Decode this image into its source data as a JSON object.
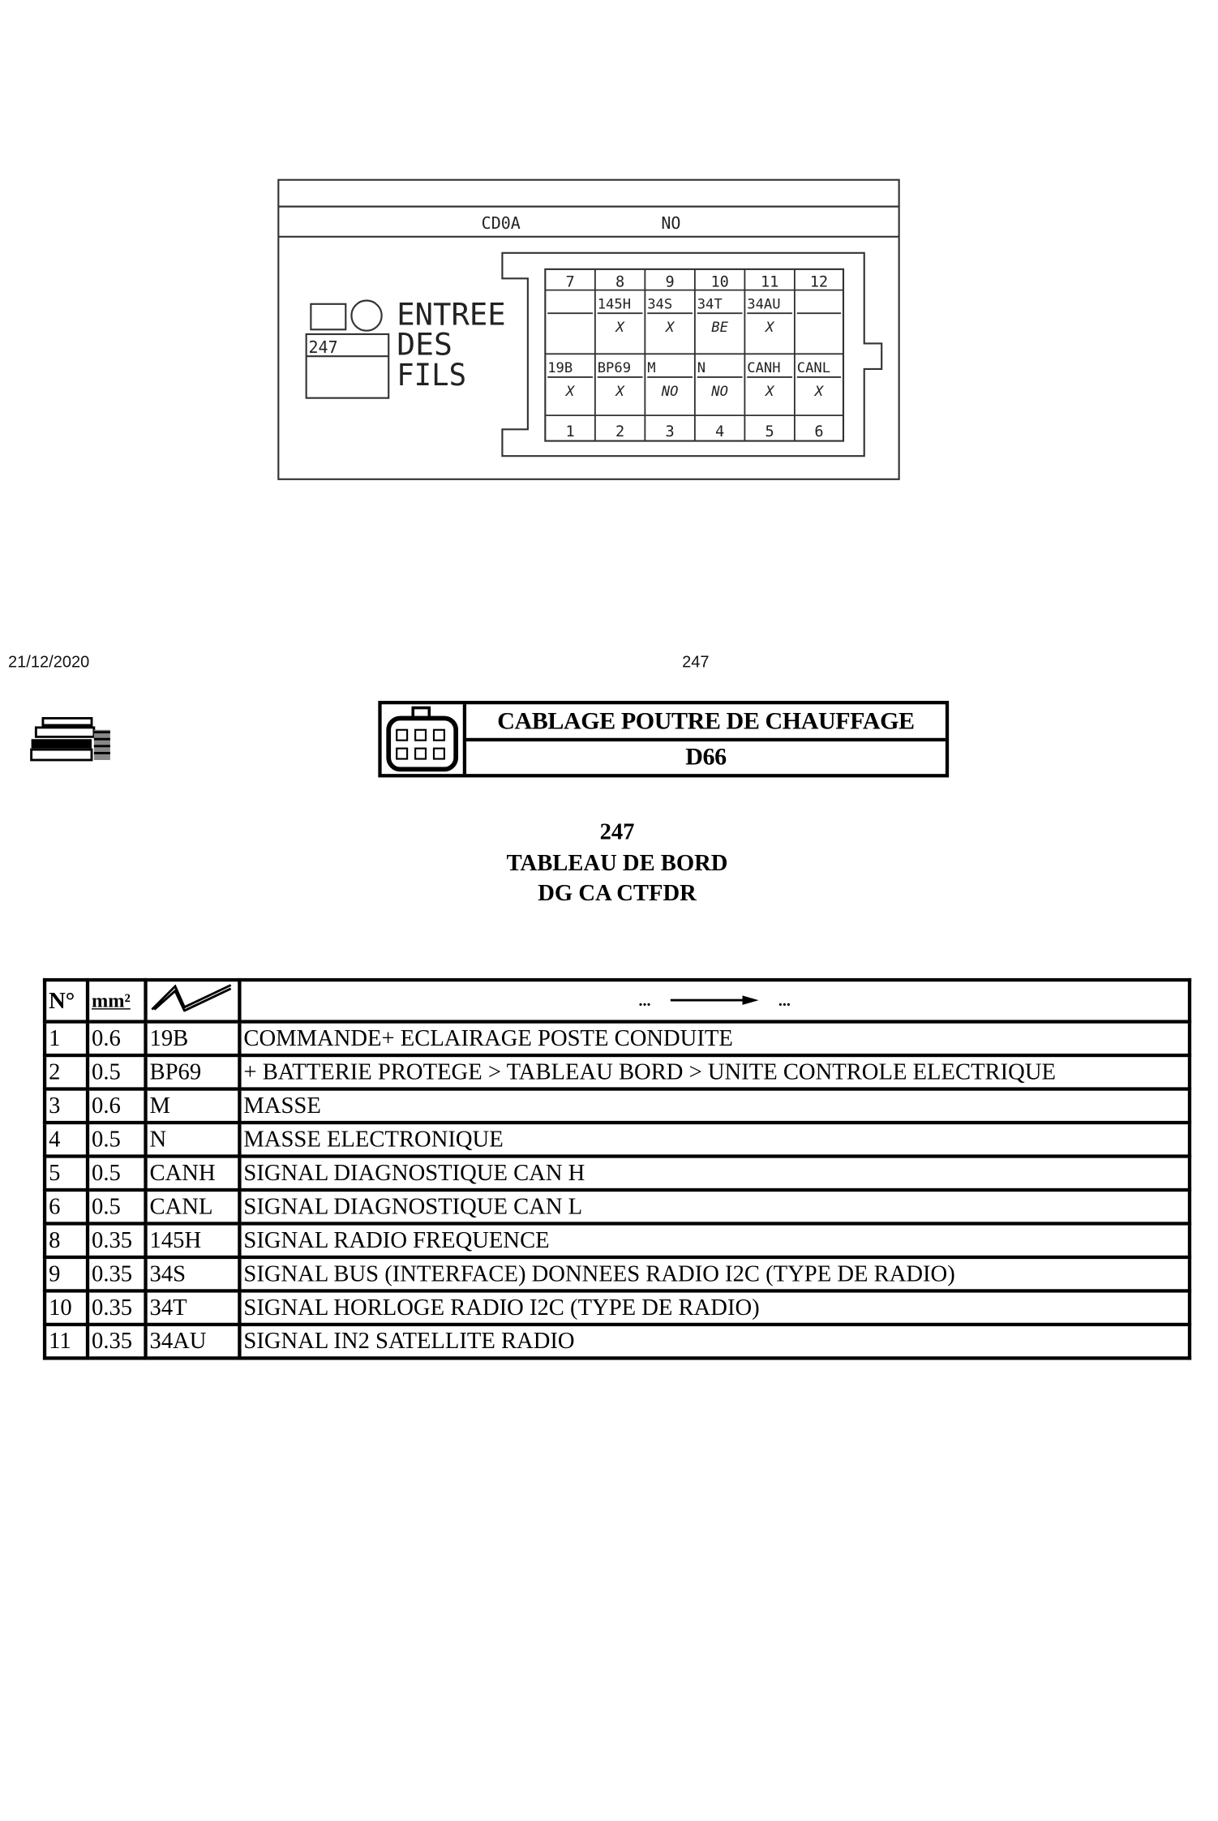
{
  "diagram": {
    "code": "CD0A",
    "status": "NO",
    "entry_label": [
      "ENTREE",
      "DES",
      "FILS"
    ],
    "component_ref": "247",
    "top_pin_numbers": [
      "7",
      "8",
      "9",
      "10",
      "11",
      "12"
    ],
    "top_wires": [
      "",
      "145H",
      "34S",
      "34T",
      "34AU",
      ""
    ],
    "top_marks": [
      "",
      "X",
      "X",
      "BE",
      "X",
      ""
    ],
    "bottom_wires": [
      "19B",
      "BP69",
      "M",
      "N",
      "CANH",
      "CANL"
    ],
    "bottom_marks": [
      "X",
      "X",
      "NO",
      "NO",
      "X",
      "X"
    ],
    "bottom_pin_numbers": [
      "1",
      "2",
      "3",
      "4",
      "5",
      "6"
    ]
  },
  "page": {
    "date": "21/12/2020",
    "number": "247"
  },
  "header": {
    "title": "CABLAGE POUTRE DE CHAUFFAGE",
    "connector": "D66"
  },
  "component": {
    "number": "247",
    "name": "TABLEAU DE BORD",
    "subtitle": "DG CA CTFDR"
  },
  "table": {
    "headers": {
      "no": "N°",
      "section": "mm²",
      "destination_left": "...",
      "destination_right": "..."
    },
    "rows": [
      {
        "no": "1",
        "mm2": "0.6",
        "wire": "19B",
        "desc": "COMMANDE+ ECLAIRAGE POSTE CONDUITE"
      },
      {
        "no": "2",
        "mm2": "0.5",
        "wire": "BP69",
        "desc": "+ BATTERIE PROTEGE > TABLEAU BORD > UNITE CONTROLE ELECTRIQUE"
      },
      {
        "no": "3",
        "mm2": "0.6",
        "wire": "M",
        "desc": "MASSE"
      },
      {
        "no": "4",
        "mm2": "0.5",
        "wire": "N",
        "desc": "MASSE ELECTRONIQUE"
      },
      {
        "no": "5",
        "mm2": "0.5",
        "wire": "CANH",
        "desc": "SIGNAL DIAGNOSTIQUE CAN H"
      },
      {
        "no": "6",
        "mm2": "0.5",
        "wire": "CANL",
        "desc": "SIGNAL DIAGNOSTIQUE CAN L"
      },
      {
        "no": "8",
        "mm2": "0.35",
        "wire": "145H",
        "desc": "SIGNAL RADIO FREQUENCE"
      },
      {
        "no": "9",
        "mm2": "0.35",
        "wire": "34S",
        "desc": "SIGNAL BUS (INTERFACE) DONNEES RADIO I2C (TYPE DE RADIO)"
      },
      {
        "no": "10",
        "mm2": "0.35",
        "wire": "34T",
        "desc": "SIGNAL HORLOGE RADIO I2C (TYPE DE RADIO)"
      },
      {
        "no": "11",
        "mm2": "0.35",
        "wire": "34AU",
        "desc": "SIGNAL IN2 SATELLITE RADIO"
      }
    ]
  }
}
